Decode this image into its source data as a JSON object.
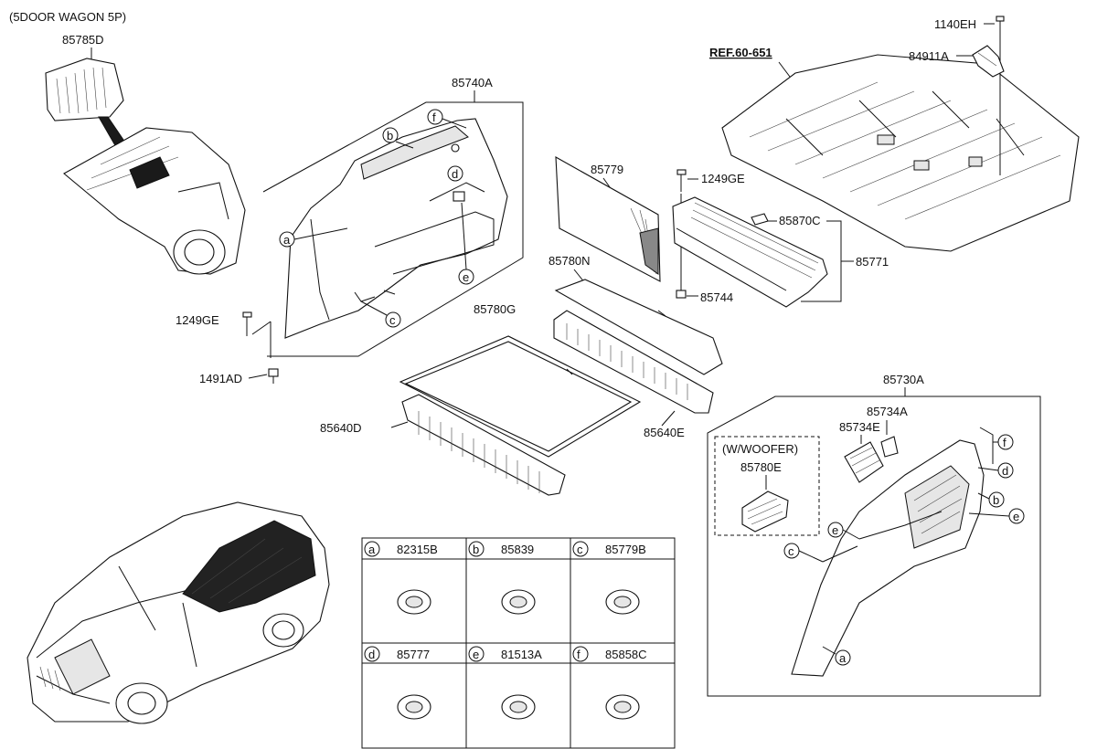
{
  "header_note": "(5DOOR WAGON 5P)",
  "ref_label": "REF.60-651",
  "part_numbers": {
    "p85785D": "85785D",
    "p85740A": "85740A",
    "p85779": "85779",
    "p1249GE_top": "1249GE",
    "p85870C": "85870C",
    "p85771": "85771",
    "p85744": "85744",
    "p85780N": "85780N",
    "p85780G": "85780G",
    "p85640D": "85640D",
    "p85640E": "85640E",
    "p1249GE_left": "1249GE",
    "p1491AD": "1491AD",
    "p1140EH": "1140EH",
    "p84911A": "84911A",
    "p85730A": "85730A",
    "p85734A": "85734A",
    "p85734E": "85734E",
    "p85780E": "85780E",
    "woofer_note": "(W/WOOFER)"
  },
  "callouts": {
    "a": "a",
    "b": "b",
    "c": "c",
    "d": "d",
    "e": "e",
    "f": "f"
  },
  "legend": [
    {
      "letter": "a",
      "part": "82315B"
    },
    {
      "letter": "b",
      "part": "85839"
    },
    {
      "letter": "c",
      "part": "85779B"
    },
    {
      "letter": "d",
      "part": "85777"
    },
    {
      "letter": "e",
      "part": "81513A"
    },
    {
      "letter": "f",
      "part": "85858C"
    }
  ]
}
